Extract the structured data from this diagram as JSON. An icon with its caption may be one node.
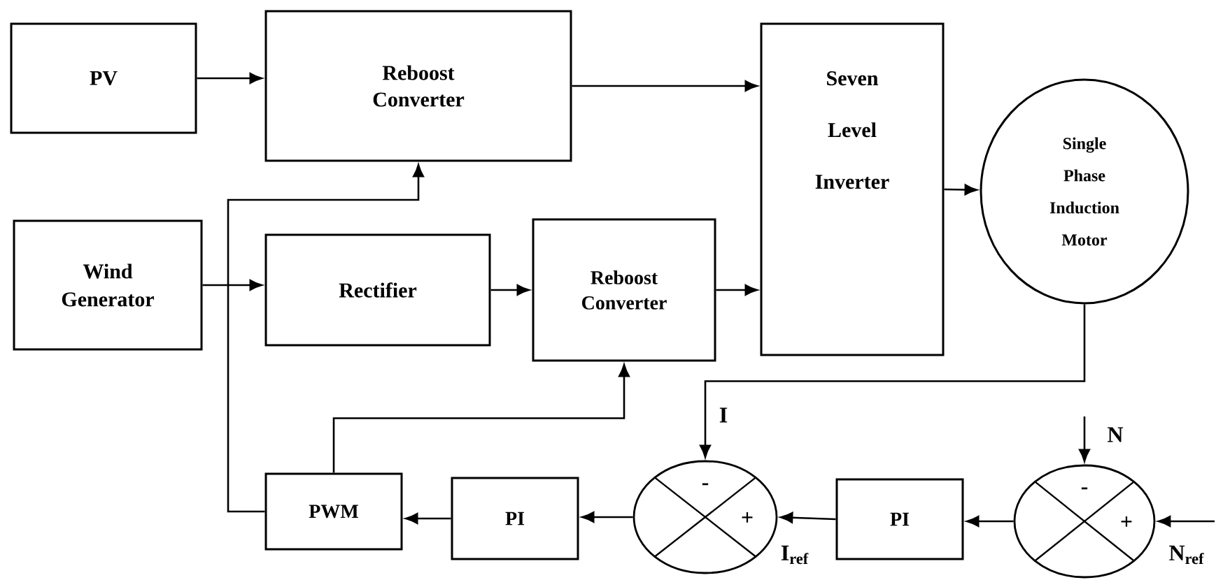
{
  "diagram": {
    "nodes": [
      {
        "text": [
          "PV"
        ]
      },
      {
        "text": [
          "Reboost Converter"
        ]
      },
      {
        "text": [
          "Wind Generator"
        ]
      },
      {
        "text": [
          "Rectifier"
        ]
      },
      {
        "text": [
          "Reboost Converter"
        ]
      },
      {
        "text": [
          "Seven Level Inverter"
        ]
      },
      {
        "text": [
          "Single Phase Induction Motor"
        ]
      },
      {
        "text": [
          "PWM"
        ]
      },
      {
        "text": [
          "PI"
        ]
      },
      {
        "text": [
          "-",
          "+"
        ]
      },
      {
        "text": [
          "PI"
        ]
      },
      {
        "text": [
          "-",
          "+"
        ]
      }
    ],
    "edges": [
      {
        "from": 0,
        "to": 1,
        "arrow": "to"
      },
      {
        "from": 1,
        "to": 5,
        "arrow": "to"
      },
      {
        "from": 2,
        "to": 3,
        "arrow": "to"
      },
      {
        "from": 3,
        "to": 4,
        "arrow": "to"
      },
      {
        "from": 4,
        "to": 5,
        "arrow": "to"
      },
      {
        "from": 5,
        "to": 6,
        "arrow": "to"
      },
      {
        "from": 6,
        "to": 9,
        "arrow": "to",
        "label": "I"
      },
      {
        "from": 11,
        "to": 10,
        "arrow": "to"
      },
      {
        "from": 10,
        "to": 9,
        "arrow": "to",
        "label": "I$_{ref}$"
      },
      {
        "from": 9,
        "to": 8,
        "arrow": "to"
      },
      {
        "from": 8,
        "to": 7,
        "arrow": "to"
      },
      {
        "from": 7,
        "to": 1,
        "arrow": "to"
      },
      {
        "from": 7,
        "to": 4,
        "arrow": "to"
      },
      {
        "from": null,
        "to": 11,
        "arrow": "to",
        "label": "N"
      },
      {
        "from": null,
        "to": 11,
        "arrow": "to",
        "label": "N$_{ref}$"
      }
    ]
  }
}
